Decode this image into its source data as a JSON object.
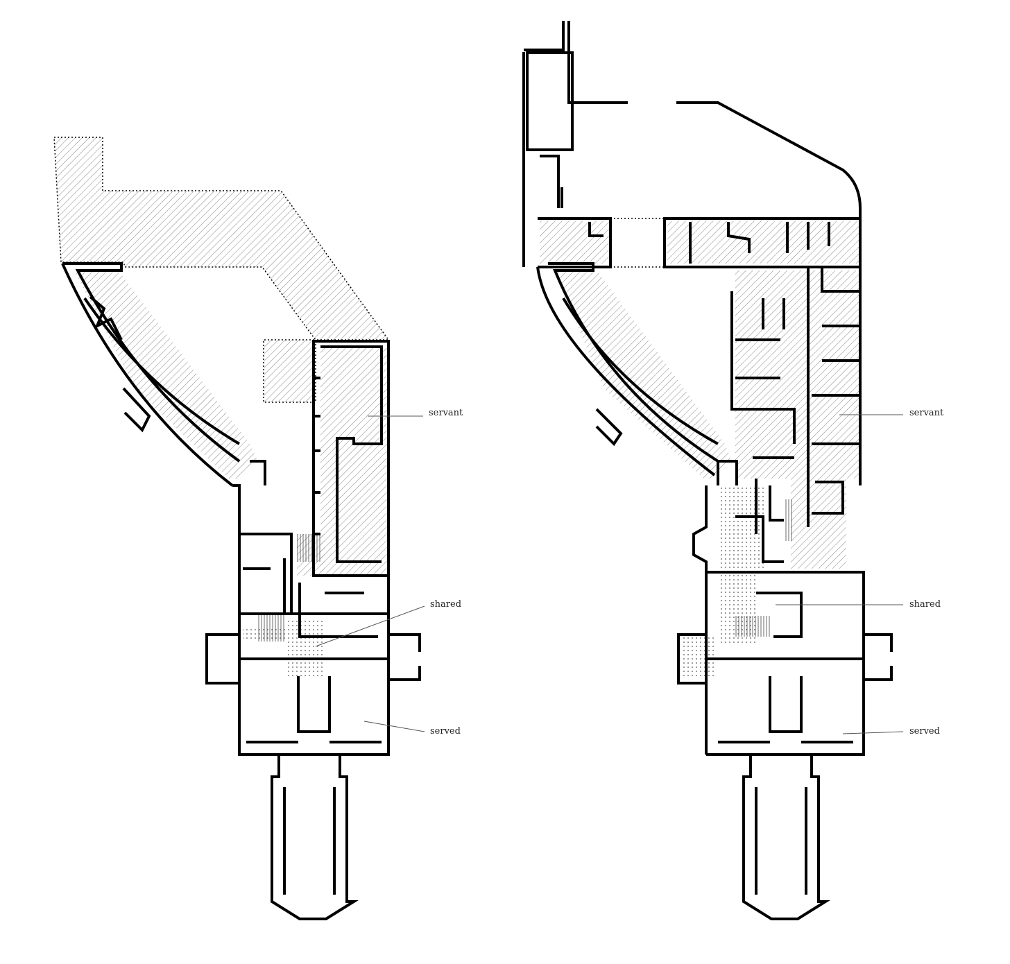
{
  "plans": [
    {
      "id": "left",
      "labels": {
        "servant": "servant",
        "shared": "shared",
        "served": "served"
      }
    },
    {
      "id": "right",
      "labels": {
        "servant": "servant",
        "shared": "shared",
        "served": "served"
      }
    }
  ],
  "colors": {
    "wall": "#000000",
    "hatch": "#666666",
    "leader": "#555555",
    "dots": "#555555",
    "background": "#ffffff"
  }
}
